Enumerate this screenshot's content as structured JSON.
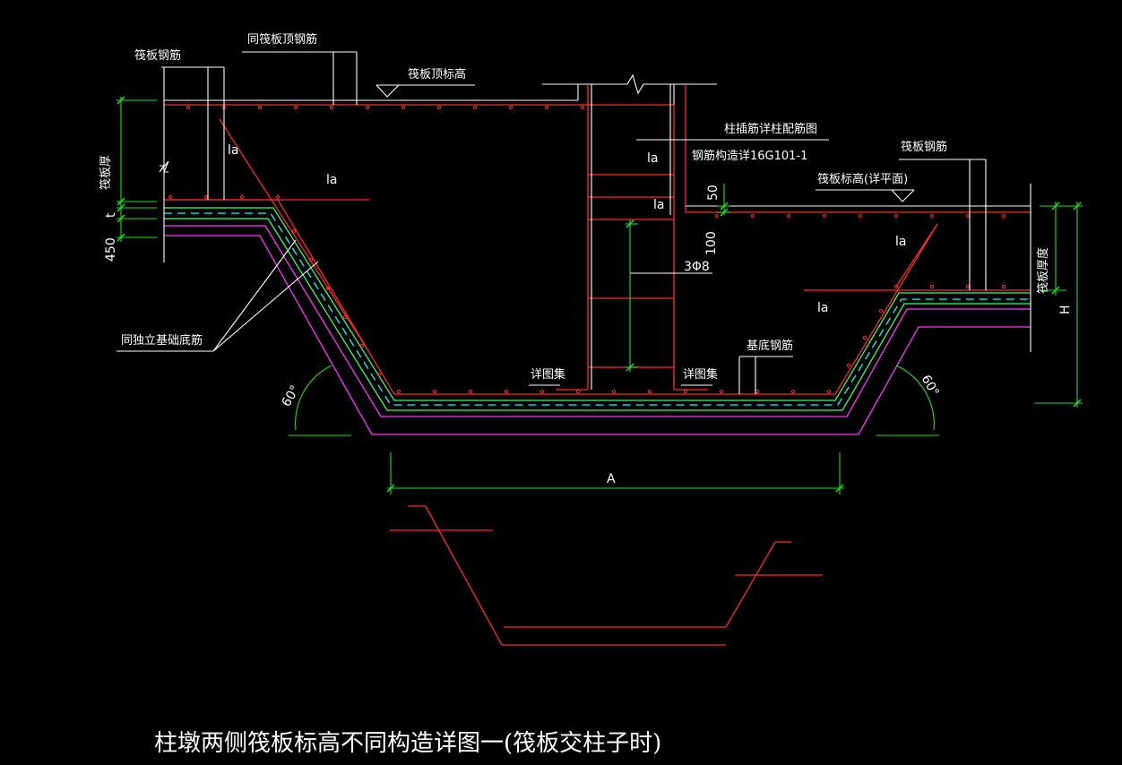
{
  "labels": {
    "raft_rebar_left": "筏板钢筋",
    "same_raft_top_rebar": "同筏板顶钢筋",
    "raft_top_elev": "筏板顶标高",
    "col_insert_rebar": "柱插筋详柱配筋图",
    "rebar_detail_ref": "钢筋构造详16G101-1",
    "raft_rebar_right": "筏板钢筋",
    "raft_elev_plan": "筏板标高(详平面)",
    "raft_thickness_left": "筏板厚",
    "raft_thickness_right": "筏板厚度",
    "same_independent_base": "同独立基础底筋",
    "base_bottom_rebar": "基底钢筋",
    "see_atlas_1": "详图集",
    "see_atlas_2": "详图集",
    "la_1": "la",
    "la_2": "la",
    "la_3": "la",
    "la_4": "la",
    "la_5": "la",
    "la_6": "la",
    "dim_450": "450",
    "dim_t": "t",
    "dim_50": "50",
    "dim_100": "100",
    "stirrup": "3Φ8",
    "angle_left": "60°",
    "angle_right": "60°",
    "dim_A": "A",
    "dim_H": "H",
    "title": "柱墩两侧筏板标高不同构造详图一(筏板交柱子时)"
  },
  "colors": {
    "background": "#000000",
    "rebar": "#ff2a2a",
    "text_lines": "#ffffff",
    "dimension": "#22dd22",
    "waterproof": "#00ffff",
    "cushion": "#ff33ff"
  }
}
